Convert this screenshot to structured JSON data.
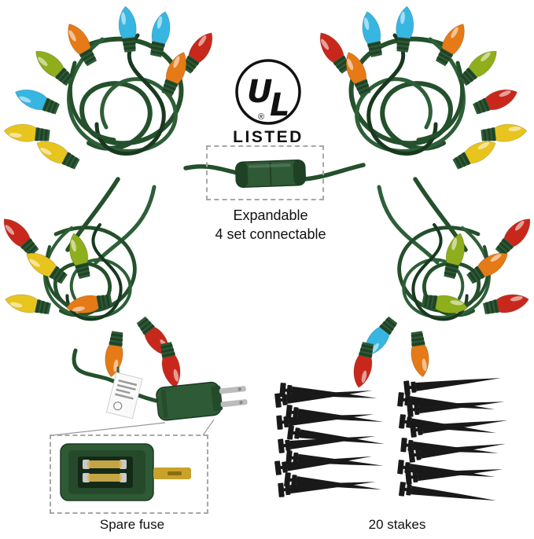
{
  "callouts": {
    "expandable_line1": "Expandable",
    "expandable_line2": "4 set connectable",
    "spare_fuse_label": "Spare fuse",
    "stakes_label": "20 stakes"
  },
  "ul_badge": {
    "letter_u": "U",
    "letter_l": "L",
    "registered_mark": "®",
    "listed_label": "LISTED"
  },
  "colors": {
    "wire_green": "#24502c",
    "wire_mid": "#2e5f38",
    "wire_dark": "#18391f",
    "plug_green": "#2e5a36",
    "plug_dark": "#1f4226",
    "stake_black": "#191919",
    "brass": "#c9a22a",
    "bulb_red": "#c8281c",
    "bulb_orange": "#e57a16",
    "bulb_yellow": "#e8c51e",
    "bulb_green": "#8fae1b",
    "bulb_blue": "#37b6e2"
  },
  "bundles": {
    "top_left": [
      "orange",
      "green",
      "blue",
      "blue",
      "red",
      "orange",
      "blue",
      "yellow",
      "yellow"
    ],
    "top_right": [
      "orange",
      "green",
      "blue",
      "blue",
      "red",
      "orange",
      "red",
      "yellow",
      "yellow"
    ],
    "mid_left": [
      "red",
      "yellow",
      "green",
      "yellow",
      "orange",
      "orange",
      "red",
      "red"
    ],
    "mid_right": [
      "red",
      "orange",
      "green",
      "red",
      "green",
      "orange",
      "blue",
      "red"
    ]
  }
}
